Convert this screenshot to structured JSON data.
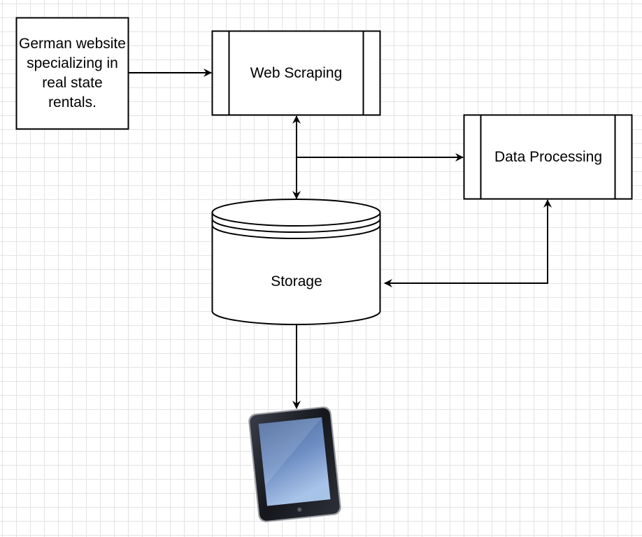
{
  "nodes": {
    "source": {
      "label": "German website specializing in real state rentals."
    },
    "web_scraping": {
      "label": "Web Scraping"
    },
    "data_processing": {
      "label": "Data Processing"
    },
    "storage": {
      "label": "Storage"
    },
    "tablet": {
      "icon": "tablet-icon"
    }
  },
  "colors": {
    "stroke": "#000000",
    "fill": "#ffffff",
    "grid": "#e3e3e3"
  }
}
